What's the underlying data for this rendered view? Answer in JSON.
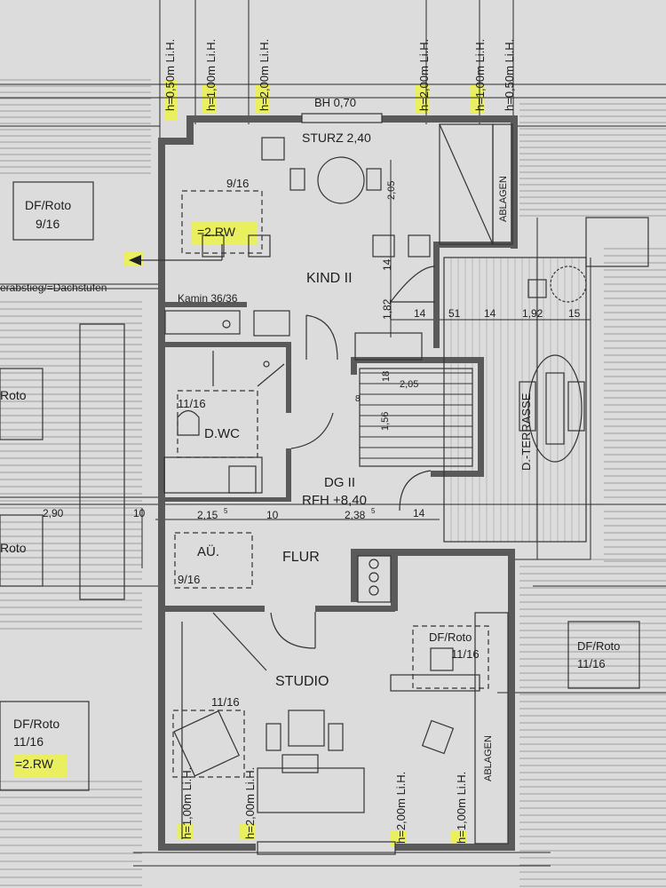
{
  "labels": {
    "bh": "BH 0,70",
    "sturz": "STURZ 2,40",
    "kind": "KIND II",
    "dgii": "DG II",
    "rfh": "RFH +8,40",
    "flur": "FLUR",
    "studio": "STUDIO",
    "dwc": "D.WC",
    "au": "AÜ.",
    "kamin": "Kamin 36/36",
    "terrasse": "D.-TERRASSE",
    "ablagen_top": "ABLAGEN",
    "ablagen_bottom": "ABLAGEN",
    "ausstieg": "erabstieg/=Dachstufen"
  },
  "heights": {
    "h050": "h=0,50m Li.H.",
    "h100": "h=1,00m Li.H.",
    "h200": "h=2,00m Li.H."
  },
  "windows": {
    "df": "DF/Roto",
    "s916": "9/16",
    "s1116": "11/16",
    "rw": "=2.RW",
    "roto": "Roto"
  },
  "dims": {
    "d205a": "2,05",
    "d205b": "2,05",
    "d182": "1,82",
    "d156": "1,56",
    "d14a": "14",
    "d14b": "14",
    "d14c": "14",
    "d14d": "14",
    "d51": "51",
    "d192": "1,92",
    "d15": "15",
    "d18": "18",
    "d8": "8",
    "d290": "2,90",
    "d10a": "10",
    "d10b": "10",
    "d215": "2,15",
    "d238": "2,38",
    "sup5": "5"
  },
  "colors": {
    "paper": "#dcdcdc",
    "wall": "#5a5a5a",
    "ink": "#1e1e1e",
    "highlight": "#eef536"
  }
}
